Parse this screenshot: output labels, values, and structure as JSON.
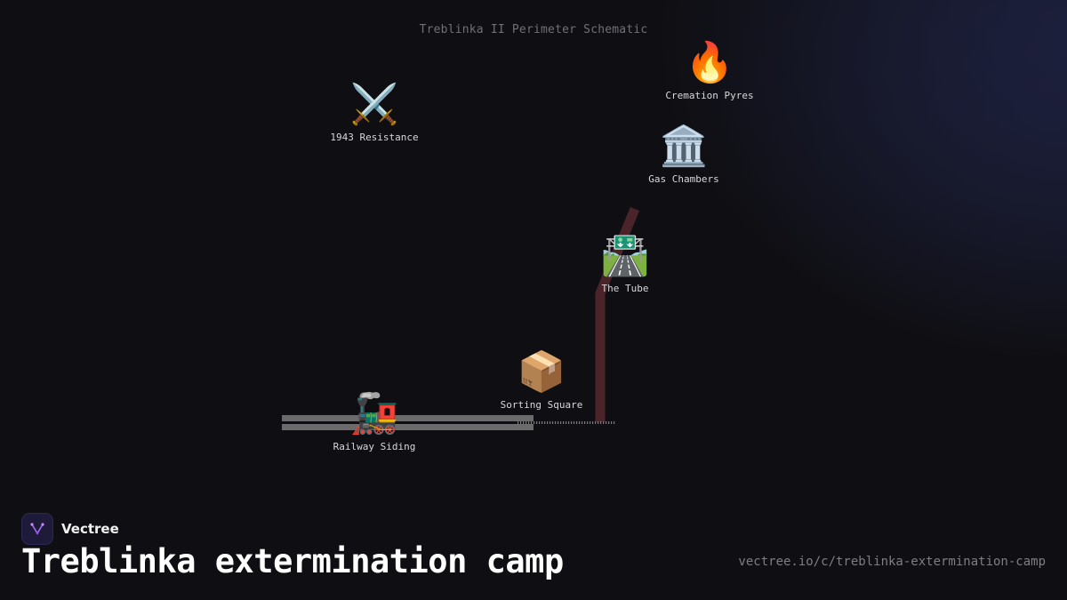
{
  "schematic_title": "Treblinka II Perimeter Schematic",
  "nodes": [
    {
      "id": "resistance",
      "icon": "⚔️",
      "icon_name": "crossed-swords-icon",
      "label": "1943 Resistance"
    },
    {
      "id": "pyres",
      "icon": "🔥",
      "icon_name": "fire-icon",
      "label": "Cremation Pyres"
    },
    {
      "id": "chambers",
      "icon": "🏛️",
      "icon_name": "classical-building-icon",
      "label": "Gas Chambers"
    },
    {
      "id": "tube",
      "icon": "🛣️",
      "icon_name": "motorway-icon",
      "label": "The Tube"
    },
    {
      "id": "sorting",
      "icon": "📦",
      "icon_name": "package-icon",
      "label": "Sorting Square"
    },
    {
      "id": "siding",
      "icon": "🚂",
      "icon_name": "locomotive-icon",
      "label": "Railway Siding"
    }
  ],
  "colors": {
    "tube_path": "#4a2429",
    "rail": "#6b6b6b",
    "accent": "#a86bf0"
  },
  "brand": {
    "name": "Vectree"
  },
  "title": "Treblinka extermination camp",
  "url": "vectree.io/c/treblinka-extermination-camp"
}
